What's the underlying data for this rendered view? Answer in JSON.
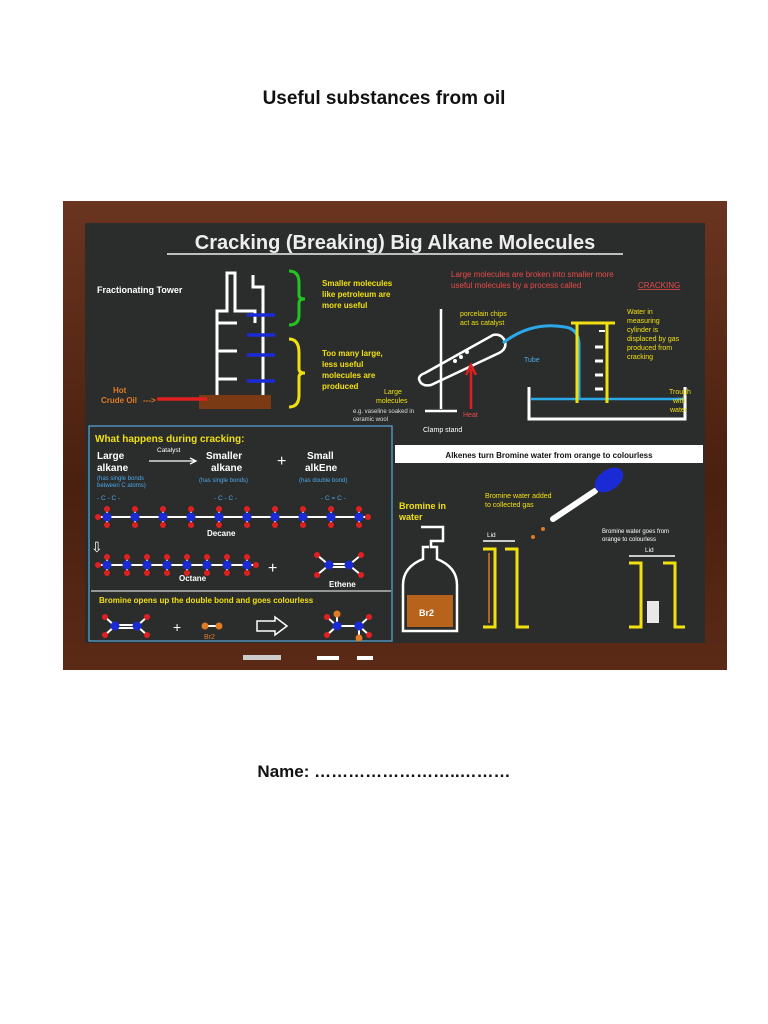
{
  "document": {
    "title": "Useful substances from oil",
    "name_line": "Name: ……………………..………"
  },
  "poster": {
    "heading": "Cracking (Breaking) Big Alkane Molecules",
    "fractionating_tower": "Fractionating Tower",
    "hot_crude_oil_1": "Hot",
    "hot_crude_oil_2": "Crude Oil",
    "hot_crude_arrow": "--->",
    "smaller_molecules": [
      "Smaller molecules",
      "like petroleum are",
      "more useful"
    ],
    "too_many_large": [
      "Too many large,",
      "less useful",
      "molecules are",
      "produced"
    ],
    "broken_intro": [
      "Large molecules are broken into smaller more",
      "useful molecules by a process called"
    ],
    "cracking_word": "CRACKING",
    "porcelain": [
      "porcelain chips",
      "act as catalyst"
    ],
    "tube": "Tube",
    "water_cylinder": [
      "Water in",
      "measuring",
      "cylinder is",
      "displaced by gas",
      "produced from",
      "cracking"
    ],
    "large_molecules": [
      "Large",
      "molecules"
    ],
    "vaseline": [
      "e.g. vaseline soaked in",
      "ceramic wool"
    ],
    "heat": "Heat",
    "trough": [
      "Trough",
      "with",
      "water"
    ],
    "clamp_stand": "Clamp stand",
    "what_happens": "What happens during cracking:",
    "large_alkane": [
      "Large",
      "alkane"
    ],
    "large_alkane_note": [
      "(has single bonds",
      "between C atoms)"
    ],
    "catalyst": "Catalyst",
    "smaller_alkane": [
      "Smaller",
      "alkane"
    ],
    "smaller_alkane_note": "(has single bonds)",
    "plus": "+",
    "small_alkene": [
      "Small",
      "alkEne"
    ],
    "small_alkene_note": "(has double bond)",
    "bond_single_1": "- C - C -",
    "bond_single_2": "- C - C -",
    "bond_double": "- C = C -",
    "decane": "Decane",
    "octane": "Octane",
    "ethene": "Ethene",
    "alkenes_banner": "Alkenes turn Bromine water from orange to colourless",
    "bromine_in_water": [
      "Bromine in",
      "water"
    ],
    "br2_label": "Br2",
    "bromine_added": [
      "Bromine water added",
      "to collected gas"
    ],
    "lid_1": "Lid",
    "lid_2": "Lid",
    "bromine_goes": [
      "Bromine water goes from",
      "orange to colourless"
    ],
    "bromine_opens": "Bromine opens up the double bond and goes colourless",
    "br2_reactant": "Br2"
  }
}
